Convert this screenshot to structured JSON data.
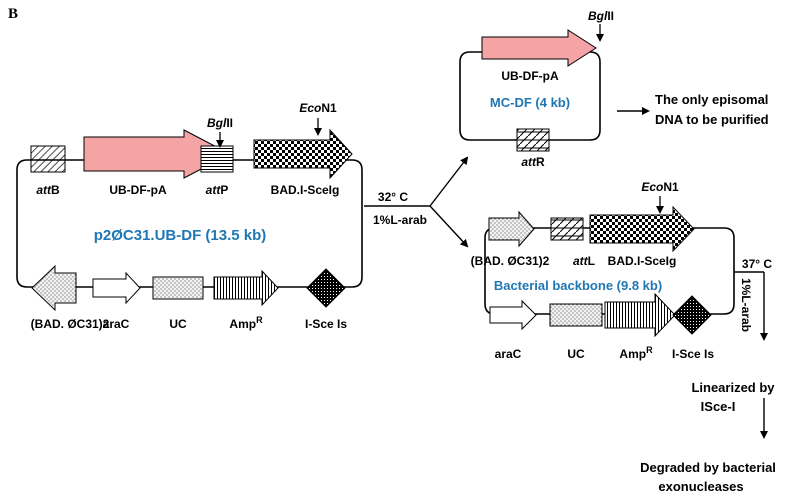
{
  "panel_letter": "B",
  "main_plasmid": {
    "name": "p2ØC31.UB-DF (13.5 kb)",
    "top": {
      "attB": {
        "it": "att",
        "rest": "B"
      },
      "gene": "UB-DF-pA",
      "attP": {
        "it": "att",
        "rest": "P"
      },
      "bad": "BAD.I-SceIg",
      "bglII": {
        "it": "Bgl",
        "rest": "II"
      },
      "ecoN1": {
        "it": "Eco",
        "rest": "N1"
      }
    },
    "bottom": {
      "badc31": "(BAD. ØC31)2",
      "araC": "araC",
      "uc": "UC",
      "amp": "Amp",
      "amp_sup": "R",
      "isce": "I-Sce Is"
    }
  },
  "condition1": {
    "temp": "32°  C",
    "arab": "1%L-arab"
  },
  "minicircle": {
    "name": "MC-DF (4 kb)",
    "gene": "UB-DF-pA",
    "bglII": {
      "it": "Bgl",
      "rest": "II"
    },
    "attR": {
      "it": "att",
      "rest": "R"
    },
    "note_line1": "The only episomal",
    "note_line2": "DNA to be purified"
  },
  "backbone": {
    "name": "Bacterial backbone (9.8 kb)",
    "top": {
      "badc31": "(BAD. ØC31)2",
      "attL": {
        "it": "att",
        "rest": "L"
      },
      "bad": "BAD.I-SceIg",
      "ecoN1": {
        "it": "Eco",
        "rest": "N1"
      }
    },
    "bottom": {
      "araC": "araC",
      "uc": "UC",
      "amp": "Amp",
      "amp_sup": "R",
      "isce": "I-Sce Is"
    }
  },
  "condition2": {
    "temp": "37°  C",
    "arab": "1%L-arab"
  },
  "fate": {
    "linear1": "Linearized by",
    "linear2": "ISce-I",
    "degr1": "Degraded by bacterial",
    "degr2": "exonucleases"
  }
}
